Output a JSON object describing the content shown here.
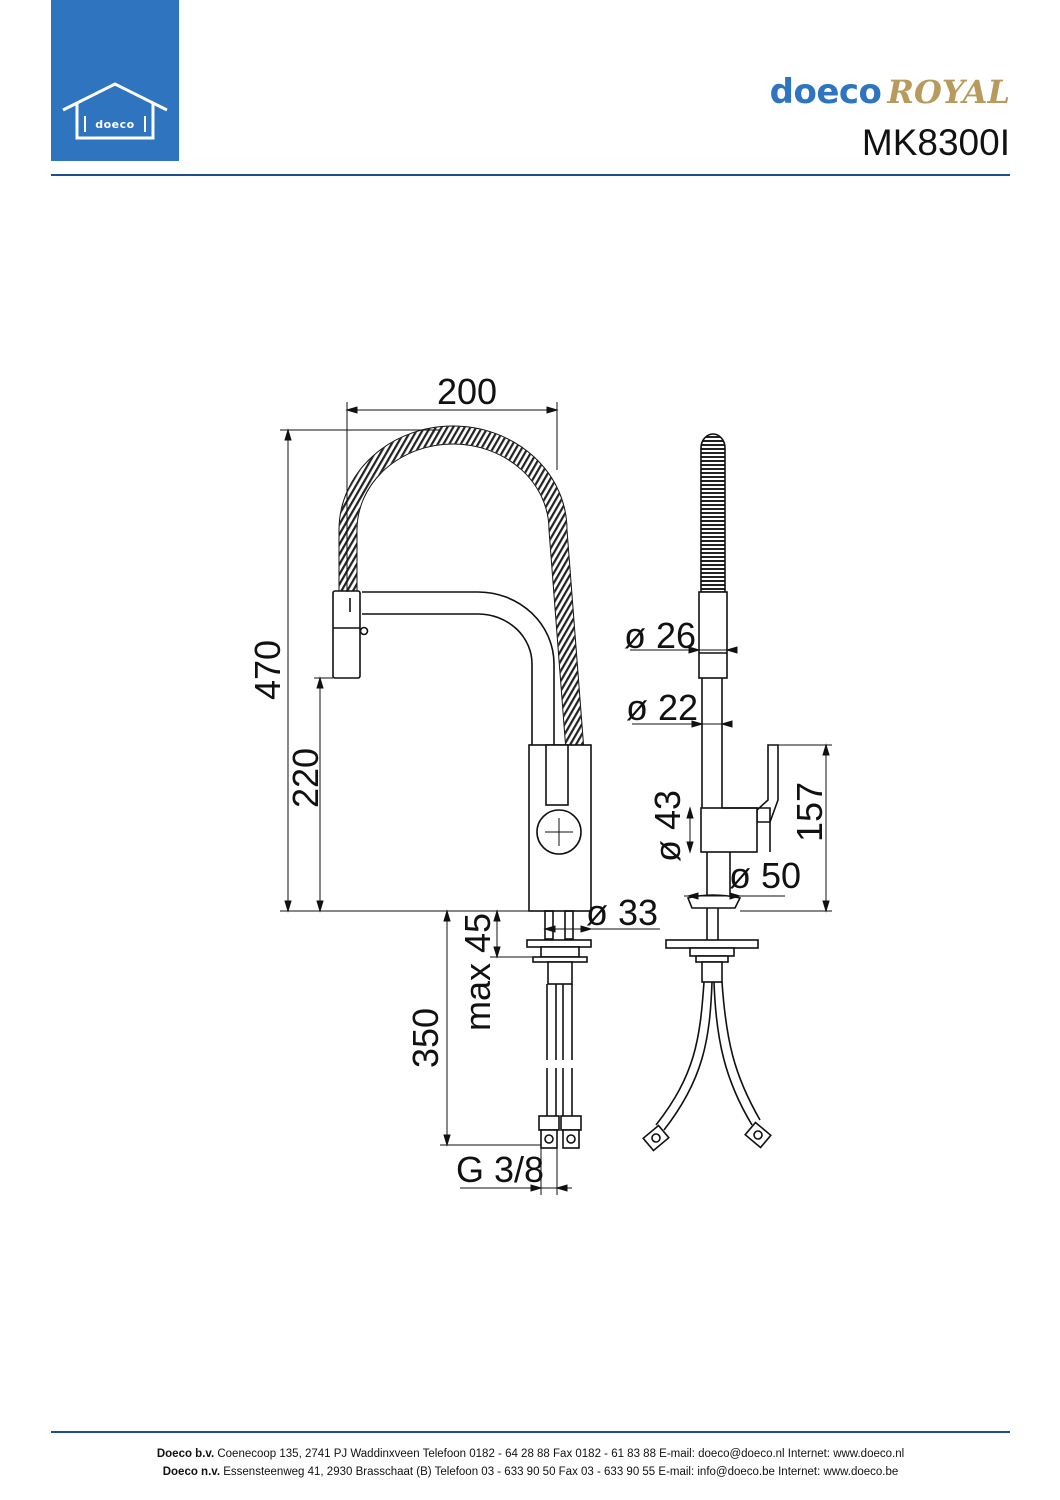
{
  "header": {
    "logo_text": "doeco",
    "brand_primary": "doeco",
    "brand_secondary": "ROYAL",
    "model": "MK8300I"
  },
  "colors": {
    "brand_blue": "#2e74bf",
    "rule_blue": "#1f4e8c",
    "royal_gold": "#b79a5c"
  },
  "drawing": {
    "dimensions": {
      "width_200": "200",
      "height_470": "470",
      "height_220": "220",
      "max_45": "max 45",
      "hose_350": "350",
      "thread": "G 3/8",
      "dia_33": "ø 33",
      "dia_26": "ø 26",
      "dia_22": "ø 22",
      "dia_43": "ø 43",
      "dia_50": "ø 50",
      "height_157": "157"
    }
  },
  "footer": {
    "line1": {
      "company": "Doeco b.v.",
      "details": "Coenecoop 135,   2741 PJ  Waddinxveen   Telefoon 0182 - 64 28 88   Fax 0182 - 61 83 88   E-mail: doeco@doeco.nl   Internet: www.doeco.nl"
    },
    "line2": {
      "company": "Doeco n.v.",
      "details": "Essensteenweg 41, 2930  Brasschaat (B)  Telefoon 03 - 633 90 50   Fax 03 - 633 90 55   E-mail: info@doeco.be   Internet: www.doeco.be"
    }
  }
}
